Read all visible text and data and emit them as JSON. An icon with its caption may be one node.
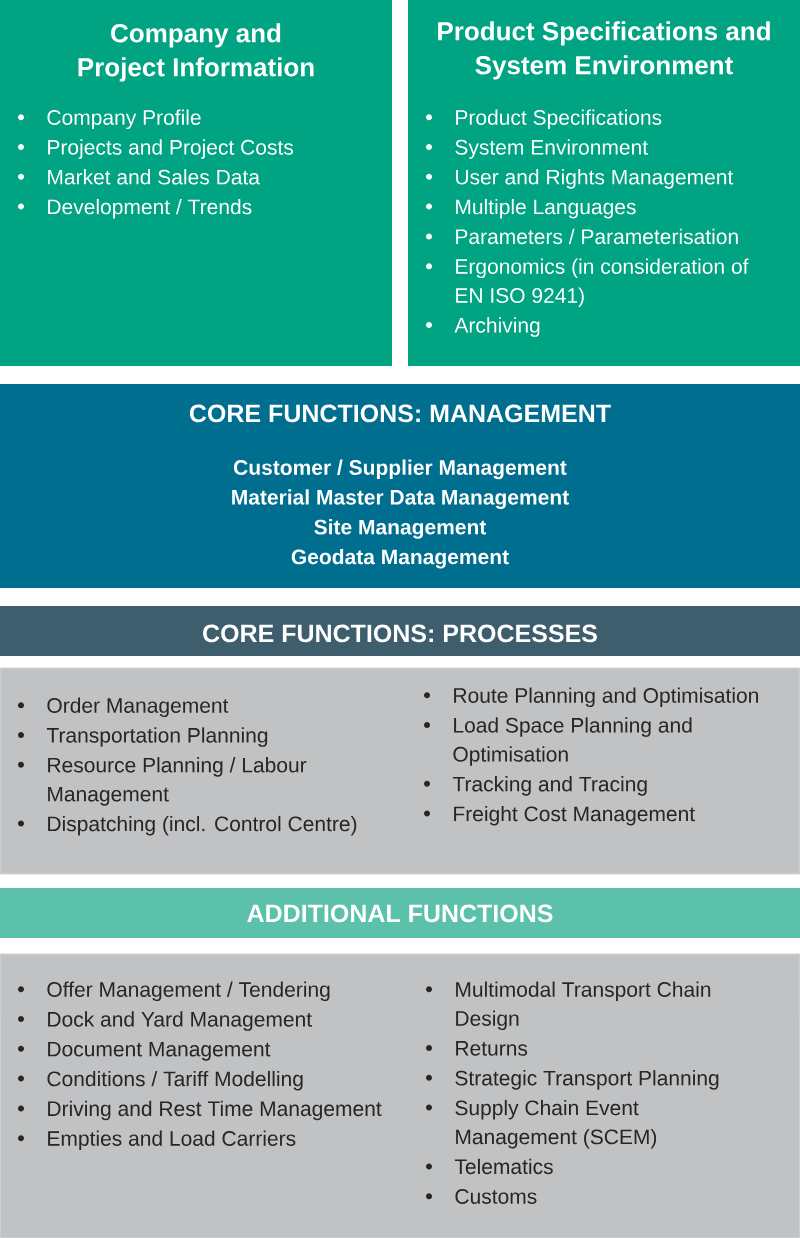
{
  "diagram": {
    "nodes": [
      {
        "text": [
          "Company and Project Information",
          "Company Profile",
          "Projects and Project Costs",
          "Market and Sales Data",
          "Development / Trends"
        ]
      },
      {
        "text": [
          "Product Specifications and System Environment",
          "Product Specifications",
          "System Environment",
          "User and Rights Management",
          "Multiple Languages",
          "Parameters / Parameterisation",
          "Ergonomics (in consideration of EN ISO 9241)",
          "Archiving"
        ]
      },
      {
        "text": [
          "CORE FUNCTIONS: MANAGEMENT",
          "Customer / Supplier Management",
          "Material Master Data Management",
          "Site Management",
          "Geodata Management"
        ]
      },
      {
        "text": [
          "CORE FUNCTIONS: PROCESSES"
        ]
      },
      {
        "text": [
          "Order Management",
          "Transportation Planning",
          "Resource Planning / Labour Management",
          "Dispatching (incl. Control Centre)",
          "Route Planning and Optimisation",
          "Load Space Planning and Optimisation",
          "Tracking and Tracing",
          "Freight Cost Management"
        ]
      },
      {
        "text": [
          "ADDITIONAL FUNCTIONS"
        ]
      },
      {
        "text": [
          "Offer Management / Tendering",
          "Dock and Yard Management",
          "Document Management",
          "Conditions / Tariff Modelling",
          "Driving and Rest Time Management",
          "Empties and Load Carriers",
          "Multimodal Transport Chain Design",
          "Returns",
          "Strategic Transport Planning",
          "Supply Chain Event Management (SCEM)",
          "Telematics",
          "Customs"
        ]
      }
    ]
  }
}
